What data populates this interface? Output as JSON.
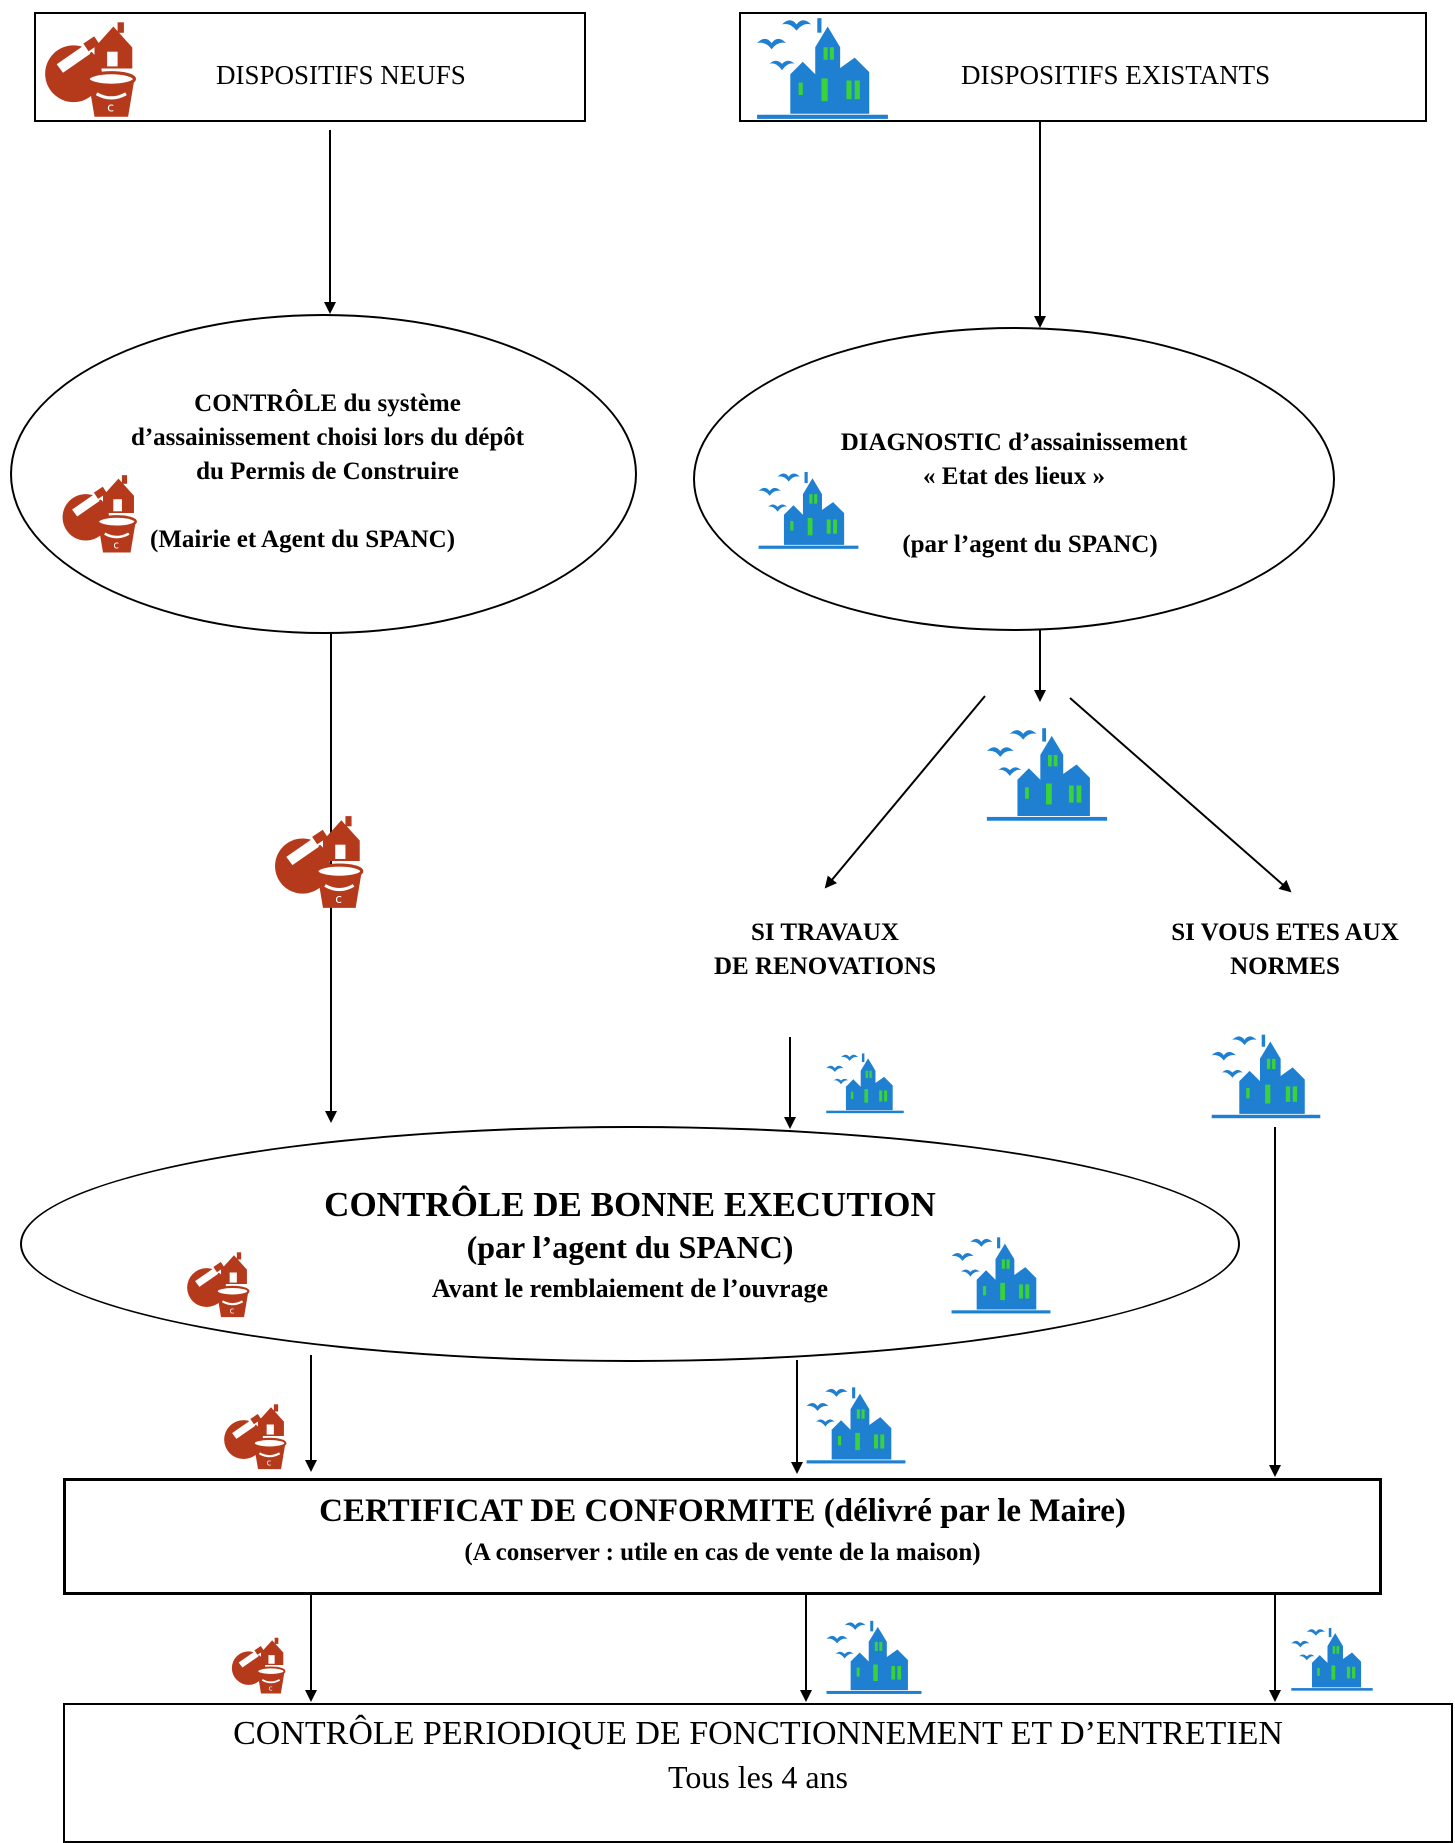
{
  "colors": {
    "paint_icon": "#b5391b",
    "house_icon": "#1f7fd0",
    "house_window": "#39d23a",
    "line": "#000000"
  },
  "icons": {
    "new_device": "paint-bucket-house-icon",
    "existing_device": "haunted-house-bats-icon"
  },
  "nodes": {
    "new_devices": {
      "label": "DISPOSITIFS NEUFS"
    },
    "existing_devices": {
      "label": "DISPOSITIFS  EXISTANTS"
    },
    "control_new": {
      "line1": "CONTRÔLE  du système",
      "line2": "d’assainissement choisi lors du dépôt",
      "line3": "du Permis de Construire",
      "line4": "(Mairie et Agent du SPANC)"
    },
    "diagnostic": {
      "line1": "DIAGNOSTIC d’assainissement",
      "line2": "« Etat des lieux »",
      "line3": "(par l’agent du SPANC)"
    },
    "works": {
      "line1": "SI TRAVAUX",
      "line2": "DE RENOVATIONS"
    },
    "compliant": {
      "line1": "SI  VOUS ETES AUX",
      "line2": "NORMES"
    },
    "execution_control": {
      "line1": "CONTRÔLE DE BONNE EXECUTION",
      "line2": "(par l’agent du SPANC)",
      "line3": "Avant le remblaiement de l’ouvrage"
    },
    "certificate": {
      "line1": "CERTIFICAT DE CONFORMITE (délivré par le Maire)",
      "line2": "(A conserver : utile  en cas de vente de  la maison)"
    },
    "periodic": {
      "line1": "CONTRÔLE PERIODIQUE DE FONCTIONNEMENT ET D’ENTRETIEN",
      "line2": "Tous les 4 ans"
    }
  }
}
